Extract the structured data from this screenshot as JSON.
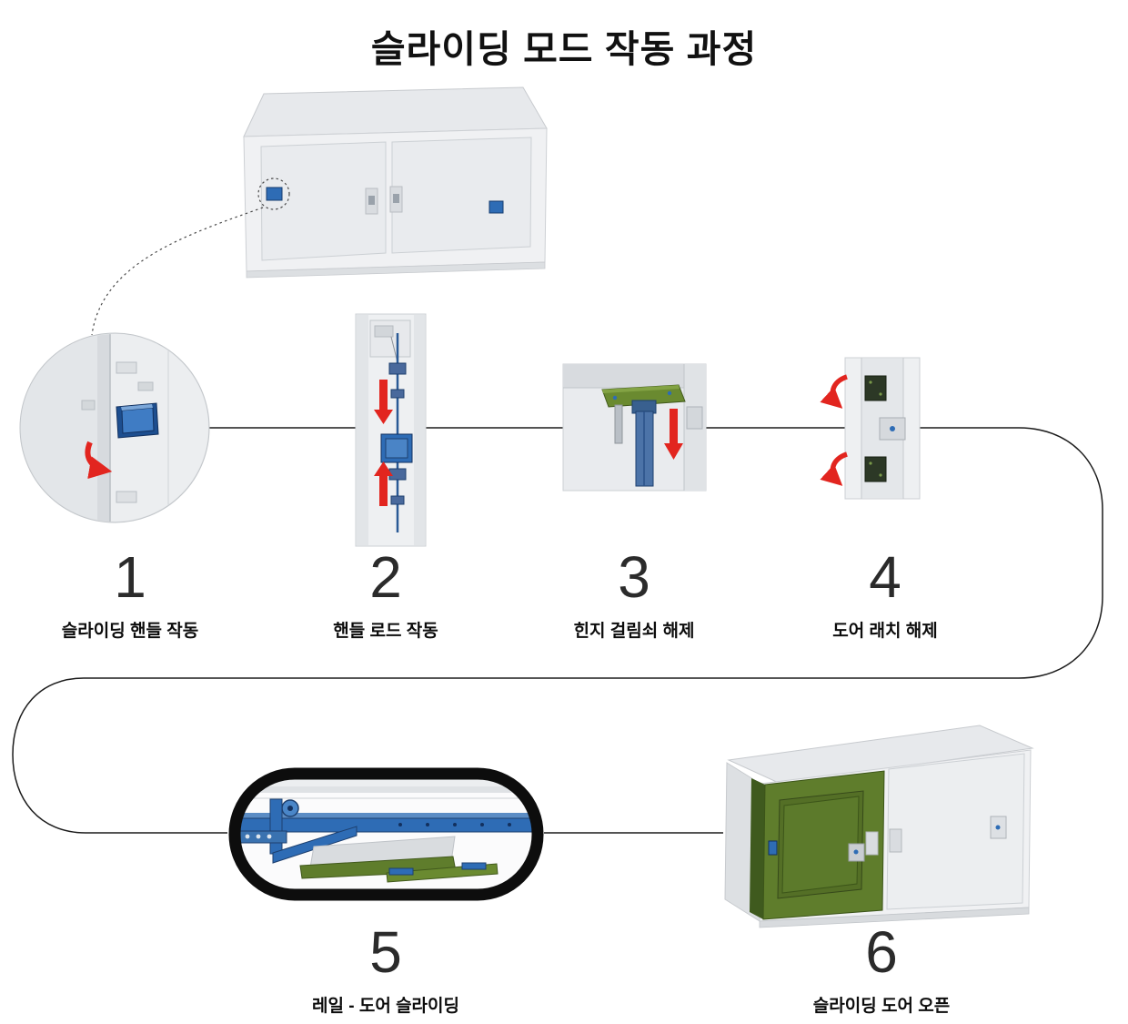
{
  "title": "슬라이딩 모드 작동 과정",
  "steps": [
    {
      "number": "1",
      "label": "슬라이딩 핸들 작동"
    },
    {
      "number": "2",
      "label": "핸들 로드 작동"
    },
    {
      "number": "3",
      "label": "힌지 걸림쇠 해제"
    },
    {
      "number": "4",
      "label": "도어 래치 해제"
    },
    {
      "number": "5",
      "label": "레일 - 도어 슬라이딩"
    },
    {
      "number": "6",
      "label": "슬라이딩 도어 오픈"
    }
  ],
  "colors": {
    "accent_blue": "#2e6cb5",
    "arrow_red": "#e2251f",
    "door_green": "#5f7d2c",
    "outline_black": "#0d0d0d",
    "cabinet_gray": "#eceef0",
    "connector_line": "#1c1c1c"
  }
}
